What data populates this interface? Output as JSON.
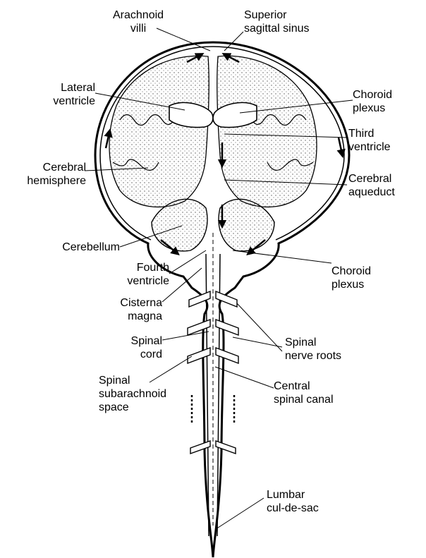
{
  "labels": {
    "arachnoid_villi": [
      "Arachnoid",
      "villi"
    ],
    "superior_sagittal_sinus": [
      "Superior",
      "sagittal sinus"
    ],
    "lateral_ventricle": [
      "Lateral",
      "ventricle"
    ],
    "choroid_plexus_top": [
      "Choroid",
      "plexus"
    ],
    "third_ventricle": [
      "Third",
      "ventricle"
    ],
    "cerebral_hemisphere": [
      "Cerebral",
      "hemisphere"
    ],
    "cerebral_aqueduct": [
      "Cerebral",
      "aqueduct"
    ],
    "cerebellum": [
      "Cerebellum"
    ],
    "fourth_ventricle": [
      "Fourth",
      "ventricle"
    ],
    "choroid_plexus_bottom": [
      "Choroid",
      "plexus"
    ],
    "cisterna_magna": [
      "Cisterna",
      "magna"
    ],
    "spinal_cord": [
      "Spinal",
      "cord"
    ],
    "spinal_nerve_roots": [
      "Spinal",
      "nerve roots"
    ],
    "spinal_subarachnoid_space": [
      "Spinal",
      "subarachnoid",
      "space"
    ],
    "central_spinal_canal": [
      "Central",
      "spinal canal"
    ],
    "lumbar_cul_de_sac": [
      "Lumbar",
      "cul-de-sac"
    ]
  },
  "colors": {
    "ink": "#000000",
    "paper": "#ffffff",
    "stipple": "#6e6e6e"
  }
}
